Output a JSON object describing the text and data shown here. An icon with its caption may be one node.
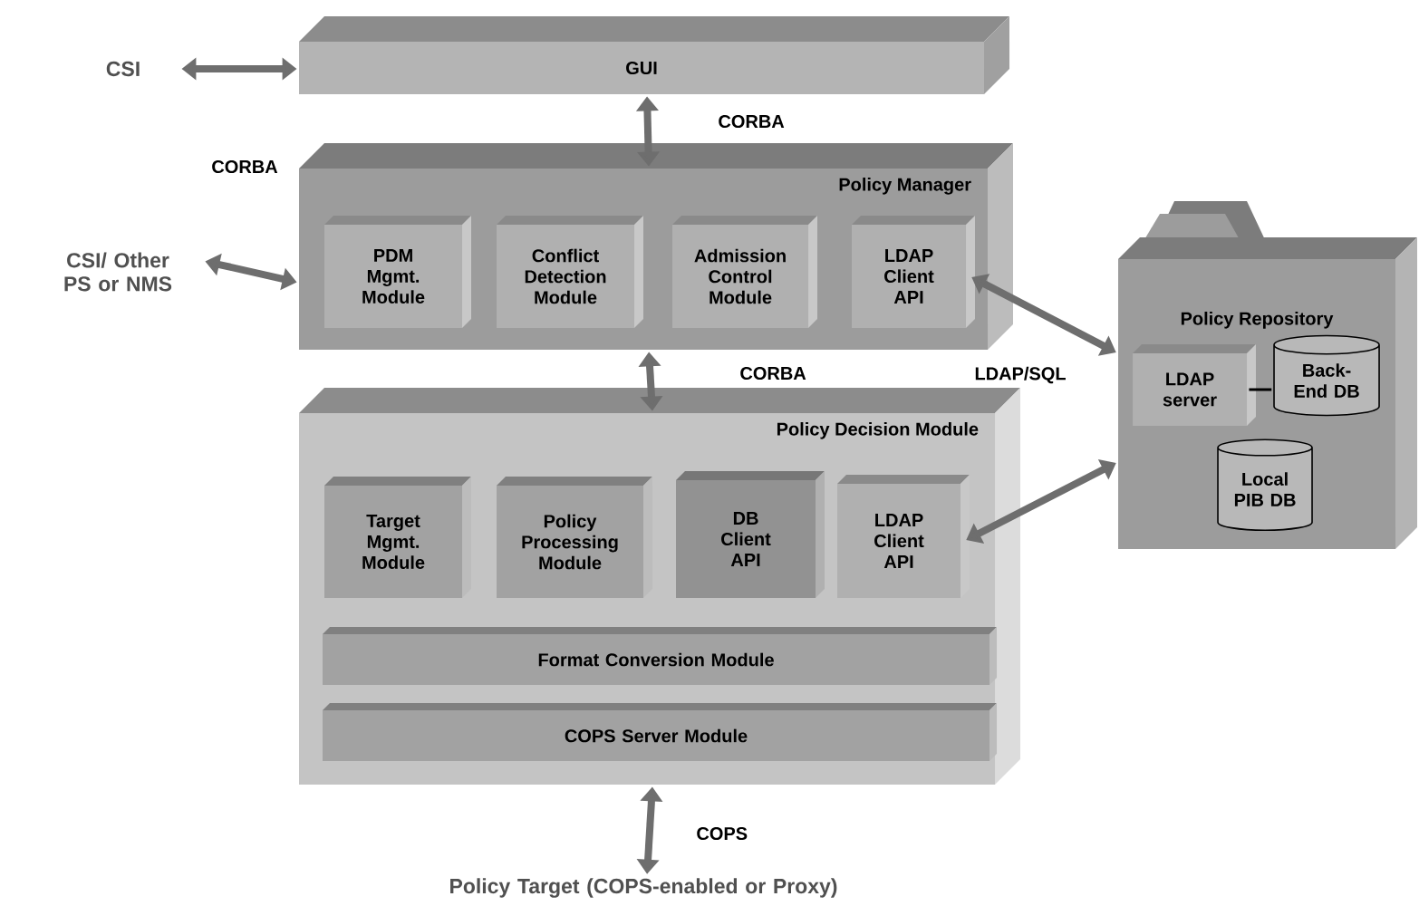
{
  "diagram": {
    "nodes": [
      {
        "text": [
          "CSI"
        ]
      },
      {
        "text": [
          "GUI"
        ]
      },
      {
        "text": [
          "CSI/ Other PS or NMS"
        ]
      },
      {
        "text": [
          "Policy Manager"
        ]
      },
      {
        "text": [
          "PDM Mgmt. Module"
        ],
        "in": 3
      },
      {
        "text": [
          "Conflict Detection Module"
        ],
        "in": 3
      },
      {
        "text": [
          "Admission Control Module"
        ],
        "in": 3
      },
      {
        "text": [
          "LDAP Client API"
        ],
        "in": 3
      },
      {
        "text": [
          "Policy Repository"
        ]
      },
      {
        "text": [
          "LDAP server"
        ],
        "in": 8
      },
      {
        "text": [
          "Back-End DB"
        ],
        "in": 8
      },
      {
        "text": [
          "Local PIB DB"
        ],
        "in": 8
      },
      {
        "text": [
          "Policy Decision Module"
        ]
      },
      {
        "text": [
          "Target Mgmt. Module"
        ],
        "in": 12
      },
      {
        "text": [
          "Policy Processing Module"
        ],
        "in": 12
      },
      {
        "text": [
          "DB Client API"
        ],
        "in": 12
      },
      {
        "text": [
          "LDAP Client API"
        ],
        "in": 12
      },
      {
        "text": [
          "Format Conversion Module"
        ],
        "in": 12
      },
      {
        "text": [
          "COPS Server Module"
        ],
        "in": 12
      },
      {
        "text": [
          "Policy Target (COPS-enabled or Proxy)"
        ]
      }
    ],
    "edges": [
      {
        "from": 0,
        "to": 1,
        "arrow": "both"
      },
      {
        "from": 2,
        "to": 3,
        "arrow": "both"
      },
      {
        "from": 1,
        "to": 3,
        "arrow": "both",
        "label": "CORBA"
      },
      {
        "from": 3,
        "to": 12,
        "arrow": "both",
        "label": "CORBA"
      },
      {
        "from": 7,
        "to": 8,
        "arrow": "both"
      },
      {
        "from": 16,
        "to": 8,
        "arrow": "both"
      },
      {
        "from": 9,
        "to": 10,
        "arrow": "none",
        "color": "#000000"
      },
      {
        "from": 12,
        "to": 19,
        "arrow": "both",
        "label": "COPS"
      }
    ],
    "labels": [
      "CORBA",
      "LDAP/SQL"
    ]
  }
}
